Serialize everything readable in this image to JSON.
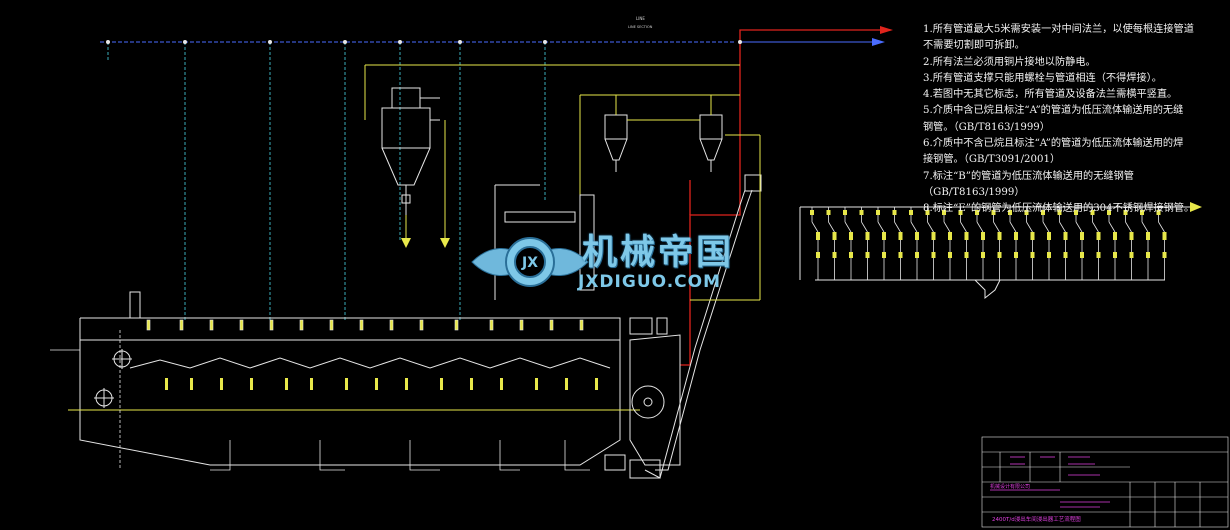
{
  "drawing": {
    "top_label": "LINE",
    "header_tiny": "LINE SECTION"
  },
  "notes": [
    "1.所有管道最大5米需安装一对中间法兰，以使每根连接管道",
    "不需要切割即可拆卸。",
    "2.所有法兰必须用铜片接地以防静电。",
    "3.所有管道支撑只能用螺栓与管道相连（不得焊接）。",
    "4.若图中无其它标志，所有管道及设备法兰需横平竖直。",
    "5.介质中含已烷且标注“A”的管道为低压流体输送用的无缝",
    "钢管。（GB/T8163/1999）",
    "6.介质中不含已烷且标注“A”的管道为低压流体输送用的焊",
    "接钢管。（GB/T3091/2001）",
    "7.标注“B”的管道为低压流体输送用的无缝钢管",
    "（GB/T8163/1999）",
    "8.标注“E”的钢管为低压流体输送用的304不锈钢焊接钢管。"
  ],
  "watermark": {
    "cn": "机械帝国",
    "en": "JXDIGUO.COM",
    "badge": "JX"
  },
  "title_block": {
    "drawing_title": "2400T/d浸出车间浸出器工艺流程图",
    "company": "机械设计有限公司"
  },
  "colors": {
    "background": "#000000",
    "pipe_cyan": "#49d6e8",
    "pipe_blue": "#4a6cff",
    "pipe_red": "#e0241c",
    "equipment_white": "#e6e6e6",
    "pipe_yellow": "#e8e84a",
    "title_block_magenta": "#e040e0"
  }
}
